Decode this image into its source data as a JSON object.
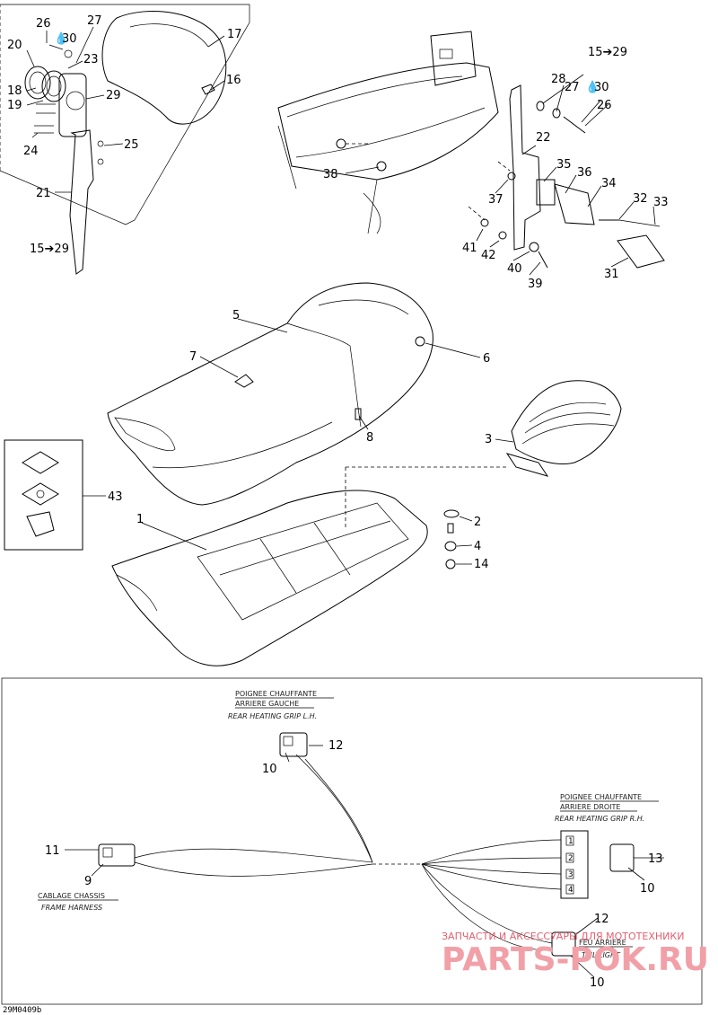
{
  "diagram": {
    "drawing_code": "29M0409b",
    "callouts": {
      "c1": "1",
      "c2": "2",
      "c3": "3",
      "c4": "4",
      "c5": "5",
      "c6": "6",
      "c7": "7",
      "c8": "8",
      "c9": "9",
      "c10a": "10",
      "c10b": "10",
      "c10c": "10",
      "c11": "11",
      "c12a": "12",
      "c12b": "12",
      "c13": "13",
      "c14": "14",
      "c16": "16",
      "c17": "17",
      "c18": "18",
      "c19": "19",
      "c20": "20",
      "c21": "21",
      "c22": "22",
      "c23": "23",
      "c24": "24",
      "c25": "25",
      "c26a": "26",
      "c26b": "26",
      "c27a": "27",
      "c27b": "27",
      "c28": "28",
      "c29": "29",
      "c30a": "30",
      "c30b": "30",
      "c31": "31",
      "c32": "32",
      "c33": "33",
      "c34": "34",
      "c35": "35",
      "c36": "36",
      "c37": "37",
      "c38": "38",
      "c39": "39",
      "c40": "40",
      "c41": "41",
      "c42": "42",
      "c43": "43",
      "ref_left": "15➔29",
      "ref_right": "15➔29"
    },
    "labels": {
      "left_grip_fr1": "POIGNEE CHAUFFANTE",
      "left_grip_fr2": "ARRIERE GAUCHE",
      "left_grip_en": "REAR HEATING GRIP L.H.",
      "right_grip_fr1": "POIGNEE CHAUFFANTE",
      "right_grip_fr2": "ARRIERE DROITE",
      "right_grip_en": "REAR HEATING GRIP R.H.",
      "harness_fr": "CABLAGE CHASSIS",
      "harness_en": "FRAME HARNESS",
      "tail_fr": "FEU ARRIERE",
      "tail_en": "TAIL LIGHT",
      "pin1": "1",
      "pin2": "2",
      "pin3": "3",
      "pin4": "4"
    },
    "watermark": {
      "line1": "ЗАПЧАСТИ И АКСЕССУАРЫ ДЛЯ МОТОТЕХНИКИ",
      "line2": "PARTS-POK.RU"
    }
  }
}
